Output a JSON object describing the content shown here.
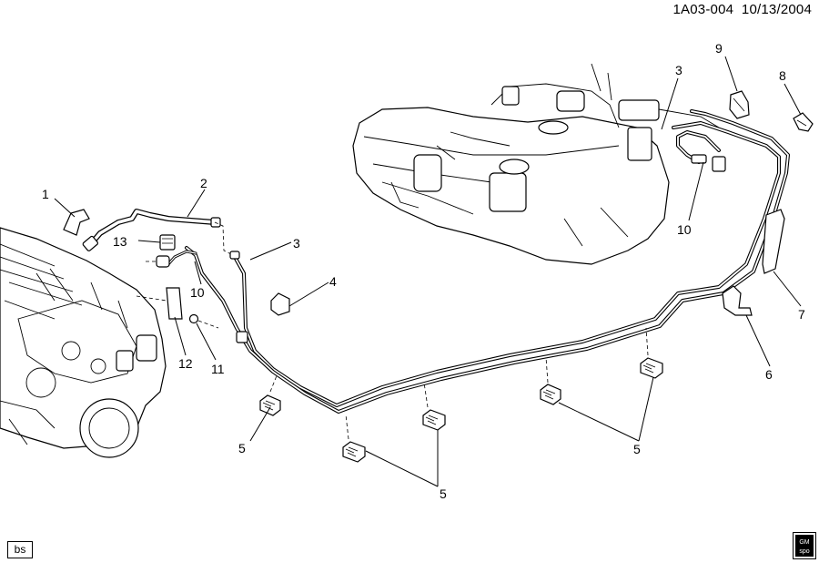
{
  "header": {
    "diagram_code": "1A03-004",
    "date": "10/13/2004"
  },
  "badge": {
    "label": "bs"
  },
  "logo": {
    "icon": "gm-spo-logo-icon",
    "lines": [
      "GM",
      "spo"
    ]
  },
  "callouts": [
    {
      "id": "c1",
      "text": "1"
    },
    {
      "id": "c2",
      "text": "2"
    },
    {
      "id": "c3a",
      "text": "3"
    },
    {
      "id": "c3b",
      "text": "3"
    },
    {
      "id": "c4",
      "text": "4"
    },
    {
      "id": "c5a",
      "text": "5"
    },
    {
      "id": "c5b",
      "text": "5"
    },
    {
      "id": "c5c",
      "text": "5"
    },
    {
      "id": "c6",
      "text": "6"
    },
    {
      "id": "c7",
      "text": "7"
    },
    {
      "id": "c8",
      "text": "8"
    },
    {
      "id": "c9",
      "text": "9"
    },
    {
      "id": "c10a",
      "text": "10"
    },
    {
      "id": "c10b",
      "text": "10"
    },
    {
      "id": "c11",
      "text": "11"
    },
    {
      "id": "c12",
      "text": "12"
    },
    {
      "id": "c13",
      "text": "13"
    }
  ]
}
